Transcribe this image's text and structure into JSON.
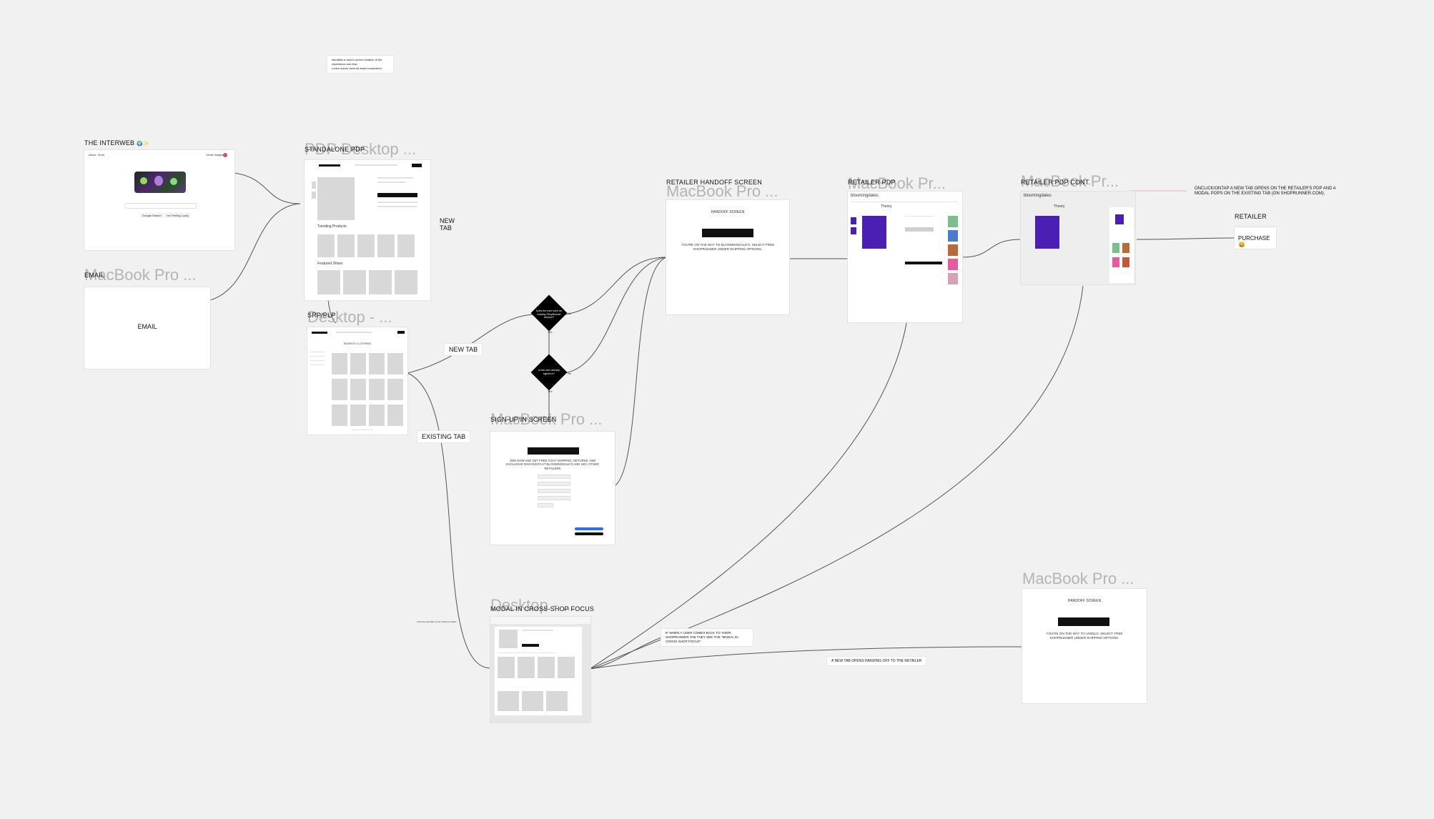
{
  "frames": {
    "interweb": {
      "label": "THE INTERWEB",
      "header_links": [
        "About",
        "Store"
      ],
      "header_right": [
        "Gmail",
        "Images"
      ],
      "buttons": [
        "Google Search",
        "I'm Feeling Lucky"
      ]
    },
    "email": {
      "label": "EMAIL",
      "ghost": "MacBook Pro ...",
      "body": "EMAIL"
    },
    "standalone_pdp": {
      "label": "STANDALONE PDP",
      "ghost": "PDP Desktop ...",
      "section1": "Trending Products",
      "section2": "Featured Shoes"
    },
    "srp_plp": {
      "label": "SRP/PLP",
      "ghost": "Desktop - ...",
      "heading": "SEARCH CLOTHING"
    },
    "signup": {
      "label": "SIGN-UP/IN SCREEN",
      "ghost": "MacBook Pro ...",
      "body": "JOIN NOW AND GET FREE 2-DAY SHIPPING, RETURNS, AND EXCLUSIVE DISCOUNTS AT BLOOMINGDALE'S AND 100+ OTHER RETAILERS"
    },
    "modal": {
      "label": "MODAL IN CROSS-SHOP FOCUS",
      "ghost": "Desktop - ..."
    },
    "handoff": {
      "label": "RETAILER HANDOFF SCREEN",
      "ghost": "MacBook Pro ...",
      "title": "HANDOFF SCREEN",
      "body": "YOU'RE ON THE WAY TO BLOOMINGDALE'S. SELECT FREE SHOPRUNNER UNDER SHIPPING OPTIONS."
    },
    "retailer_pdp": {
      "label": "RETAILER PDP",
      "ghost": "MacBook Pr...",
      "logo": "bloomingdales",
      "brand": "Theory"
    },
    "retailer_pdp_cont": {
      "label": "RETAILER PDP CONT.",
      "ghost": "MacBook Pr...",
      "logo": "bloomingdales",
      "brand": "Theory"
    },
    "handoff2": {
      "ghost": "MacBook Pro ...",
      "title": "HANDOFF SCREEN",
      "body": "YOU'RE ON THE WAY TO UNIQLO. SELECT FREE SHOPRUNNER UNDER SHIPPING OPTIONS."
    },
    "retailer": {
      "label": "RETAILER",
      "body": "PURCHASE 😀"
    }
  },
  "tags": {
    "new_tab_1": "NEW\nTAB",
    "new_tab_2": "NEW TAB",
    "existing_tab": "EXISTING TAB",
    "return_note": "IF WHEN A USER COMES BACK TO THEIR SHOPRUNNER TAB THEY SEE THE \"MODAL IN CROSS SHOP FOCUS\"",
    "new_tab_opens": "A NEW TAB OPENS HANDING OFF TO THE RETAILER",
    "onclick_note": "ONCLICK/ONTAP A NEW TAB OPENS ON THE RETAILER'S PDP AND A MODAL POPS ON THE EXISTING TAB (ON SHOPRUNNER.COM).",
    "top_note": "Identifies a user's current location of the experience and flow",
    "top_note2": "Lorem ipsum dolor sit amet consectetur"
  },
  "decisions": {
    "d1": "Does the user have an existing ShopRunner account?",
    "d2": "Is the user already signed in?",
    "d1_yes": "Yes",
    "d1_no": "No",
    "d2_yes": "Yes",
    "d2_no": "No"
  },
  "colors": {
    "canvas": "#f1f1f1",
    "frame": "#ffffff",
    "accent": "#111111",
    "ghost_text": "#b4b4b4",
    "product": "#4b1fb3"
  }
}
